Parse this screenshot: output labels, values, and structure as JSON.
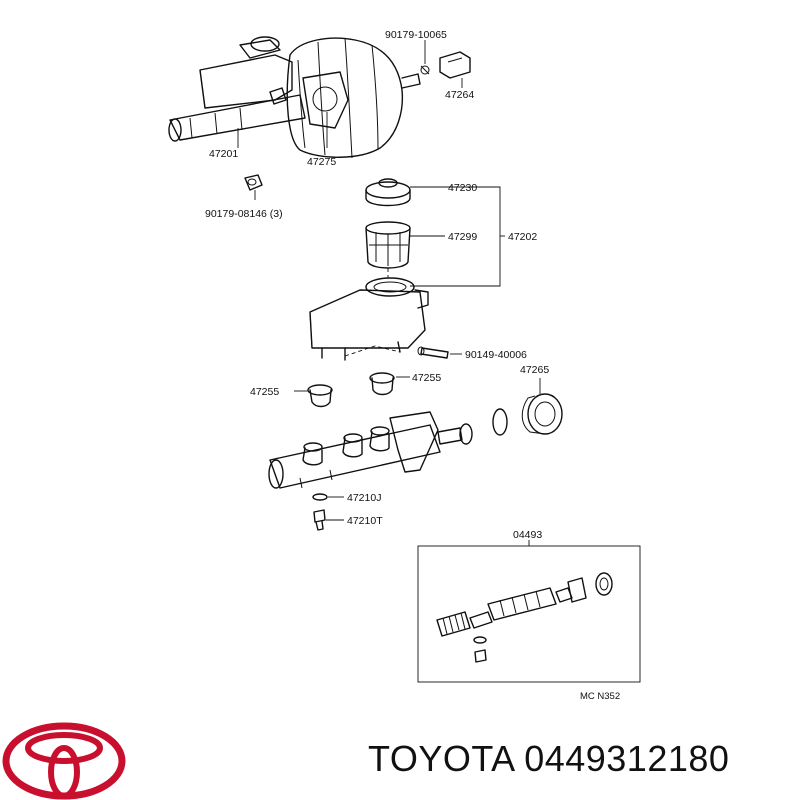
{
  "labels": {
    "p90179_10065": "90179-10065",
    "p47264": "47264",
    "p47201": "47201",
    "p47275": "47275",
    "p90179_08146": "90179-08146 (3)",
    "p47230": "47230",
    "p47299": "47299",
    "p47202": "47202",
    "p90149_40006": "90149-40006",
    "p47255_left": "47255",
    "p47255_right": "47255",
    "p47265": "47265",
    "p47210J": "47210J",
    "p47210T": "47210T",
    "p04493": "04493",
    "diagram_code": "MC N352"
  },
  "footer": {
    "brand": "TOYOTA",
    "part_number": "0449312180",
    "caption": "TOYOTA 0449312180"
  },
  "colors": {
    "logo": "#c8102e",
    "ink": "#111111"
  }
}
